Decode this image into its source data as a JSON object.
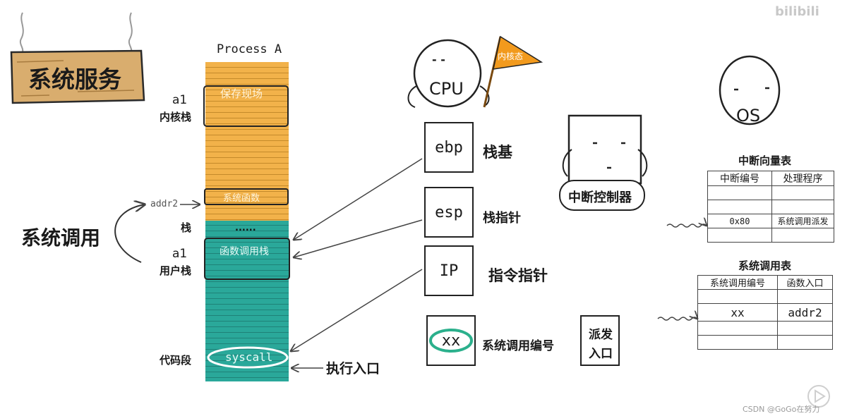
{
  "title": "系统服务",
  "process_title": "Process A",
  "stack_labels": {
    "kernel_a1": "a1",
    "kernel_stack": "内核栈",
    "addr2": "addr2",
    "stack": "栈",
    "dots": "......",
    "user_a1": "a1",
    "user_stack": "用户栈",
    "code_segment": "代码段"
  },
  "stack_blocks": {
    "save_context": "保存现场",
    "syscall_func": "系统函数",
    "func_call_stack": "函数调用栈",
    "syscall": "syscall"
  },
  "left_label": "系统调用",
  "entry_label": "执行入口",
  "cpu": {
    "label": "CPU",
    "eyes": "- -",
    "flag_label": "内核态"
  },
  "registers": [
    {
      "name": "ebp",
      "label": "栈基"
    },
    {
      "name": "esp",
      "label": "栈指针"
    },
    {
      "name": "IP",
      "label": "指令指针"
    },
    {
      "name": "xx",
      "label": "系统调用编号"
    }
  ],
  "dispatch_box": {
    "line1": "派发",
    "line2": "入口"
  },
  "interrupt_controller": {
    "label": "中断控制器"
  },
  "os": {
    "label": "OS"
  },
  "ivt": {
    "title": "中断向量表",
    "headers": [
      "中断编号",
      "处理程序"
    ],
    "rows": [
      [
        "",
        ""
      ],
      [
        "",
        ""
      ],
      [
        "0x80",
        "系统调用派发"
      ],
      [
        "",
        ""
      ]
    ]
  },
  "syscall_table": {
    "title": "系统调用表",
    "headers": [
      "系统调用编号",
      "函数入口"
    ],
    "rows": [
      [
        "",
        ""
      ],
      [
        "xx",
        "addr2"
      ],
      [
        "",
        ""
      ],
      [
        "",
        ""
      ]
    ]
  },
  "watermark": {
    "csdn": "CSDN @GoGo在努力",
    "bili": "bilibili"
  },
  "colors": {
    "kernel_stack": "#f2b24a",
    "user_stack": "#2aa89a",
    "sign_wood": "#d9ad6e",
    "flag": "#f29a1d",
    "syscall_ring": "#2bb08c"
  }
}
